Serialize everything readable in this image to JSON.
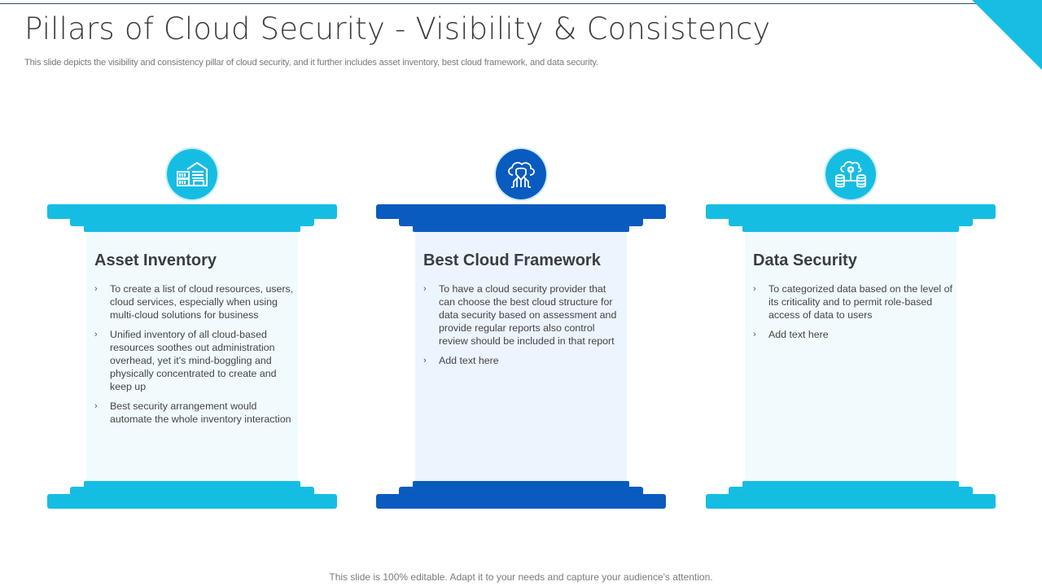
{
  "slide": {
    "title": "Pillars of Cloud Security - Visibility & Consistency",
    "subtitle": "This slide depicts the visibility and consistency pillar of cloud security, and it further includes asset inventory, best cloud framework, and data security.",
    "footer": "This slide is 100% editable. Adapt it to your needs and capture your audience's attention."
  },
  "colors": {
    "accent_light": "#16bde3",
    "accent_dark": "#0a5bbf",
    "title_text": "#3a3a3a",
    "body_text": "#444444"
  },
  "pillars": [
    {
      "icon": "warehouse-icon",
      "heading": "Asset Inventory",
      "bullet_glyph": "›",
      "bullets": [
        "To create a list of cloud resources, users, cloud services, especially when using multi-cloud solutions for business",
        "Unified inventory of all cloud-based resources soothes out administration overhead, yet it's mind-boggling and physically concentrated to create and keep up",
        "Best security arrangement would automate the whole inventory interaction"
      ]
    },
    {
      "icon": "cloud-network-shield-icon",
      "heading": "Best Cloud Framework",
      "bullet_glyph": "›",
      "bullets": [
        "To have a cloud security provider that can choose the best cloud structure for data security based on assessment and provide regular reports also control review should be included in that report",
        "Add text here"
      ]
    },
    {
      "icon": "cloud-database-lock-icon",
      "heading": "Data Security",
      "bullet_glyph": "›",
      "bullets": [
        "To categorized data based on the level of its criticality and to permit role-based access of data to users",
        "Add text here"
      ]
    }
  ]
}
